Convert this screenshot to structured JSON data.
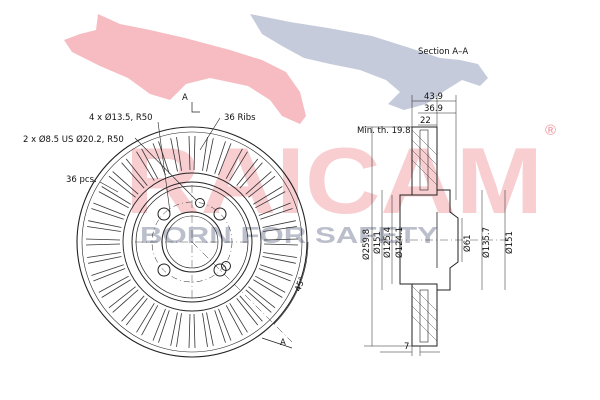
{
  "watermark": {
    "brand": "RAICAM",
    "registered": "®",
    "tagline": "BORN FOR SAFETY",
    "colors": {
      "brand": "#f7c4c8",
      "cat_red": "#f6bcc2",
      "cat_blue": "#c6cbdb",
      "tagline": "#b4b9c6"
    }
  },
  "front_view": {
    "labels": {
      "holes": "4 x Ø13.5, R50",
      "pcd": "2 x Ø8.5 US Ø20.2, R50",
      "ribs": "36 Ribs",
      "pcs": "36 pcs.",
      "angle": "45°",
      "section_a_top": "A",
      "section_a_bottom": "A"
    }
  },
  "section_view": {
    "title": "Section A–A",
    "dims": {
      "width_total": "43.9",
      "width_hat": "36.9",
      "width_22": "22",
      "min_th": "Min. th. 19.8",
      "d_outer": "Ø259.8",
      "d_151_left": "Ø151",
      "d_125": "Ø125.4",
      "d_124": "Ø124.1",
      "d_61": "Ø61",
      "d_135": "Ø135.7",
      "d_151_right": "Ø151",
      "offset_7": "7"
    }
  }
}
